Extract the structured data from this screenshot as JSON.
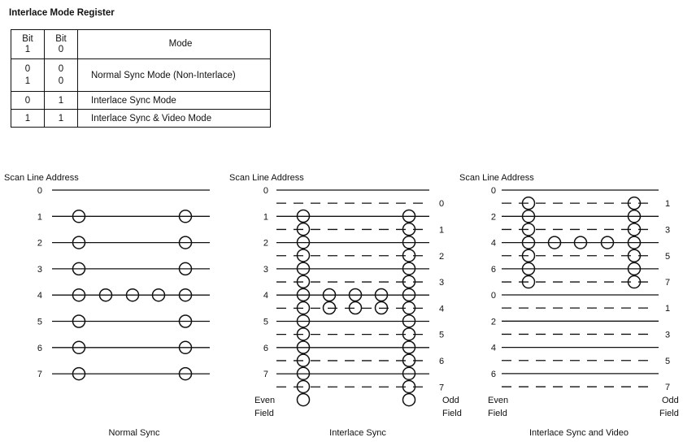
{
  "register": {
    "title": "Interlace Mode Register",
    "headers": {
      "bit1_top": "Bit",
      "bit1_bottom": "1",
      "bit0_top": "Bit",
      "bit0_bottom": "0",
      "mode": "Mode"
    },
    "rows": [
      {
        "bit1": "0",
        "bit1b": "1",
        "bit0": "0",
        "bit0b": "0",
        "mode": "Normal Sync Mode (Non-Interlace)"
      },
      {
        "bit1": "0",
        "bit0": "1",
        "mode": "Interlace Sync Mode"
      },
      {
        "bit1": "1",
        "bit0": "1",
        "mode": "Interlace Sync & Video Mode"
      }
    ]
  },
  "diagrams": [
    {
      "heading": "Scan Line Address",
      "caption": "Normal Sync",
      "line_labels": [
        "0",
        "1",
        "2",
        "3",
        "4",
        "5",
        "6",
        "7"
      ]
    },
    {
      "heading": "Scan Line Address",
      "caption": "Interlace Sync",
      "line_labels": [
        "0",
        "1",
        "2",
        "3",
        "4",
        "5",
        "6",
        "7"
      ],
      "dash_labels": [
        "0",
        "1",
        "2",
        "3",
        "4",
        "5",
        "6",
        "7"
      ],
      "even_label": [
        "Even",
        "Field"
      ],
      "odd_label": [
        "Odd",
        "Field"
      ]
    },
    {
      "heading": "Scan Line Address",
      "caption": "Interlace Sync and Video",
      "upper_line_labels": [
        "0",
        "2",
        "4",
        "6"
      ],
      "upper_dash_labels": [
        "1",
        "3",
        "5",
        "7"
      ],
      "lower_line_labels": [
        "0",
        "2",
        "4",
        "6"
      ],
      "lower_dash_labels": [
        "1",
        "3",
        "5",
        "7"
      ],
      "even_label": [
        "Even",
        "Field"
      ],
      "odd_label": [
        "Odd",
        "Field"
      ]
    }
  ]
}
